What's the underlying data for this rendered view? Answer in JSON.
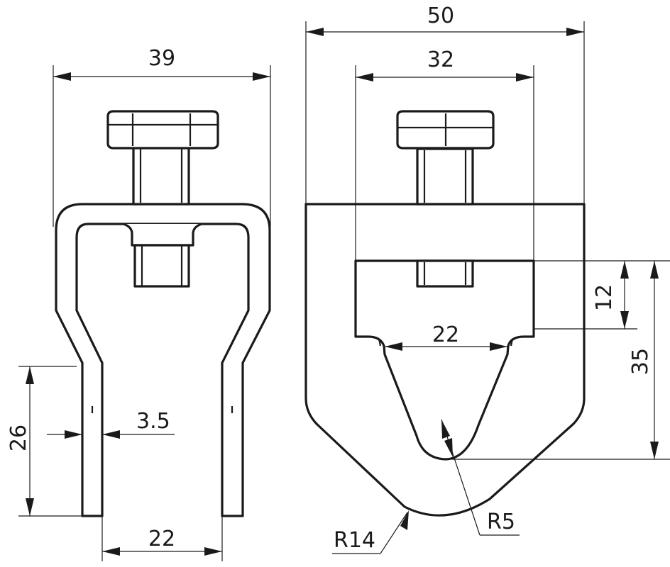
{
  "dimensions": {
    "side_width": "39",
    "side_gap": "22",
    "side_thickness": "3.5",
    "side_leg_length": "26",
    "front_width": "50",
    "front_inner_width": "32",
    "front_slot_width": "22",
    "front_slot_depth": "12",
    "front_total_depth": "35",
    "outer_radius": "R14",
    "inner_radius": "R5"
  },
  "colors": {
    "line": "#1a1a1a",
    "background": "#ffffff"
  }
}
